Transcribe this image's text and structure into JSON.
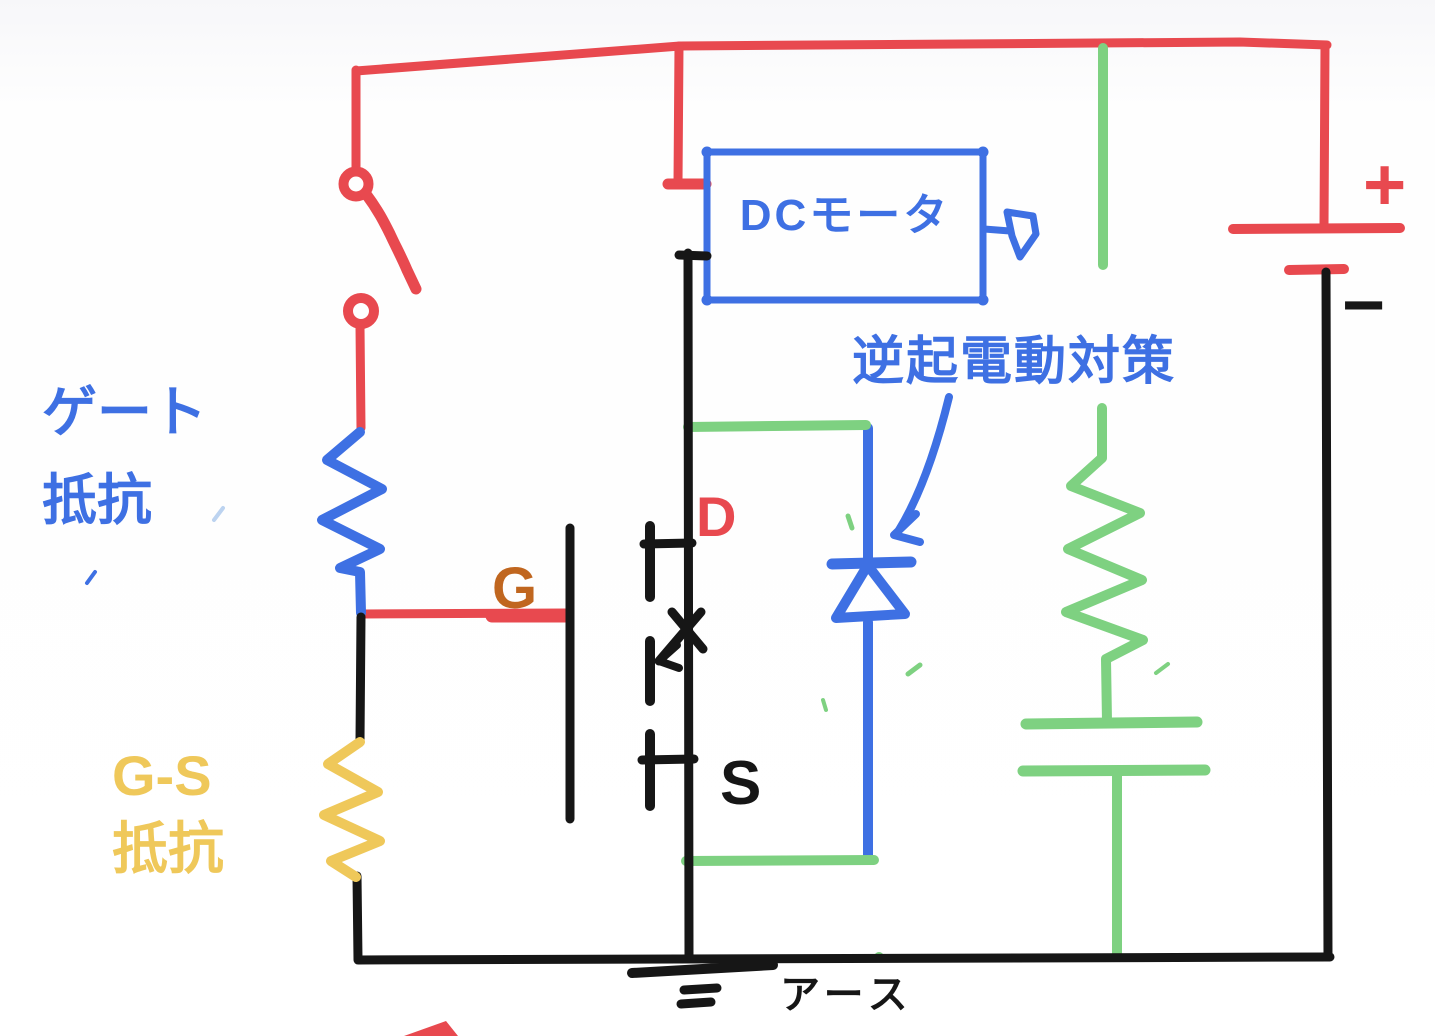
{
  "title": "hand-drawn MOSFET motor driver circuit sketch",
  "colors": {
    "red": "#e8494f",
    "blue": "#3e70e3",
    "green": "#7ed181",
    "yellow": "#efc85a",
    "orange": "#c0661f",
    "black": "#161616",
    "pale_blue": "#bcd3f0",
    "background": "#fbfbfc"
  },
  "labels": {
    "gate_resistor": "ゲート\n抵抗",
    "gs_resistor": "G-S\n抵抗",
    "gate_terminal": "G",
    "drain_terminal": "D",
    "source_terminal": "S",
    "motor": "DCモータ",
    "back_emf_note": "逆起電動対策",
    "battery_plus": "+",
    "battery_minus": "−",
    "earth": "アース"
  },
  "components": [
    {
      "name": "power-switch",
      "type": "switch-open",
      "color": "red"
    },
    {
      "name": "gate-resistor",
      "type": "resistor",
      "color": "blue",
      "label": "ゲート抵抗"
    },
    {
      "name": "gs-resistor",
      "type": "resistor",
      "color": "yellow",
      "label": "G-S抵抗"
    },
    {
      "name": "mosfet",
      "type": "n-channel-mosfet",
      "terminals": [
        "G",
        "D",
        "S"
      ],
      "color": "black"
    },
    {
      "name": "dc-motor",
      "type": "labeled-box",
      "label": "DCモータ",
      "icon": "output-arrow-icon",
      "color": "blue"
    },
    {
      "name": "flyback-diode",
      "type": "diode",
      "annotation": "逆起電動対策",
      "color": "blue"
    },
    {
      "name": "snubber-resistor",
      "type": "resistor",
      "color": "green"
    },
    {
      "name": "snubber-capacitor",
      "type": "capacitor",
      "color": "green"
    },
    {
      "name": "battery",
      "type": "battery",
      "terminals": [
        "+",
        "−"
      ],
      "colors": [
        "red",
        "black"
      ]
    },
    {
      "name": "ground",
      "type": "earth-ground",
      "label": "アース",
      "color": "black"
    }
  ]
}
